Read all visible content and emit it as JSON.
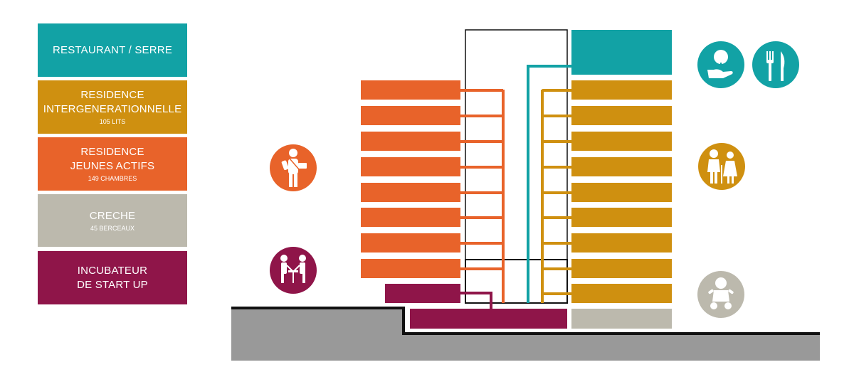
{
  "legend": {
    "restaurant": {
      "title": "RESTAURANT / SERRE",
      "color": "#12a2a5"
    },
    "residence_inter": {
      "title_line1": "RESIDENCE",
      "title_line2": "INTERGENERATIONNELLE",
      "sub": "105 LITS",
      "color": "#cf9010"
    },
    "residence_jeunes": {
      "title_line1": "RESIDENCE",
      "title_line2": "JEUNES ACTIFS",
      "sub": "149 CHAMBRES",
      "color": "#e8632a"
    },
    "creche": {
      "title": "CRECHE",
      "sub": "45 BERCEAUX",
      "color": "#bcb9ad"
    },
    "incubateur": {
      "title_line1": "INCUBATEUR",
      "title_line2": "DE START UP",
      "color": "#8f1549"
    }
  },
  "icons": {
    "young_worker": "person-with-laptop-icon",
    "startup": "two-people-meeting-icon",
    "greenhouse": "hand-holding-plant-icon",
    "restaurant": "fork-knife-icon",
    "intergenerational": "elderly-couple-icon",
    "creche": "baby-icon"
  },
  "colors": {
    "ground": "#999999",
    "outline": "#111111"
  }
}
